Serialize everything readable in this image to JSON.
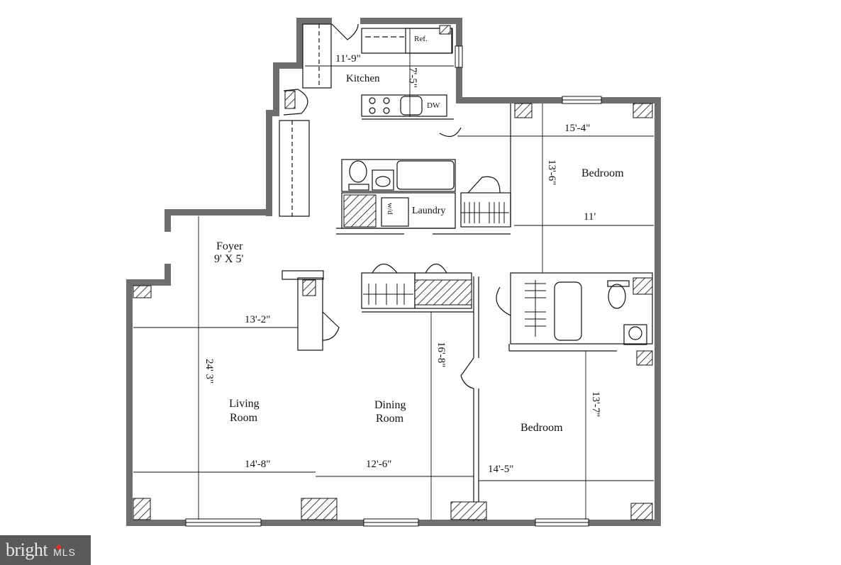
{
  "floorplan": {
    "colors": {
      "wall": "#6e6e6e",
      "line": "#111111",
      "background": "#ffffff"
    },
    "rooms": [
      {
        "id": "kitchen",
        "label": "Kitchen"
      },
      {
        "id": "bedroom-1",
        "label": "Bedroom"
      },
      {
        "id": "laundry",
        "label": "Laundry"
      },
      {
        "id": "foyer",
        "label": "Foyer",
        "size": "9' X 5'"
      },
      {
        "id": "living",
        "label_line1": "Living",
        "label_line2": "Room"
      },
      {
        "id": "dining",
        "label_line1": "Dining",
        "label_line2": "Room"
      },
      {
        "id": "bedroom-2",
        "label": "Bedroom"
      }
    ],
    "fixtures": {
      "refrigerator": "Ref.",
      "dishwasher": "DW",
      "washer_dryer": "w/d"
    },
    "dimensions": {
      "kitchen_width": "11'-9\"",
      "kitchen_depth": "7'-5\"",
      "bedroom1_width": "15'-4\"",
      "bedroom1_depth": "13'-6\"",
      "bedroom1_inner": "11'",
      "foyer_living_width": "13'-2\"",
      "living_depth": "24' 3\"",
      "dining_depth": "16'-8\"",
      "living_width": "14'-8\"",
      "dining_width": "12'-6\"",
      "bedroom2_width": "14'-5\"",
      "bedroom2_depth": "13'-7\""
    }
  },
  "watermark": {
    "brand": "bright",
    "suffix": "MLS"
  }
}
